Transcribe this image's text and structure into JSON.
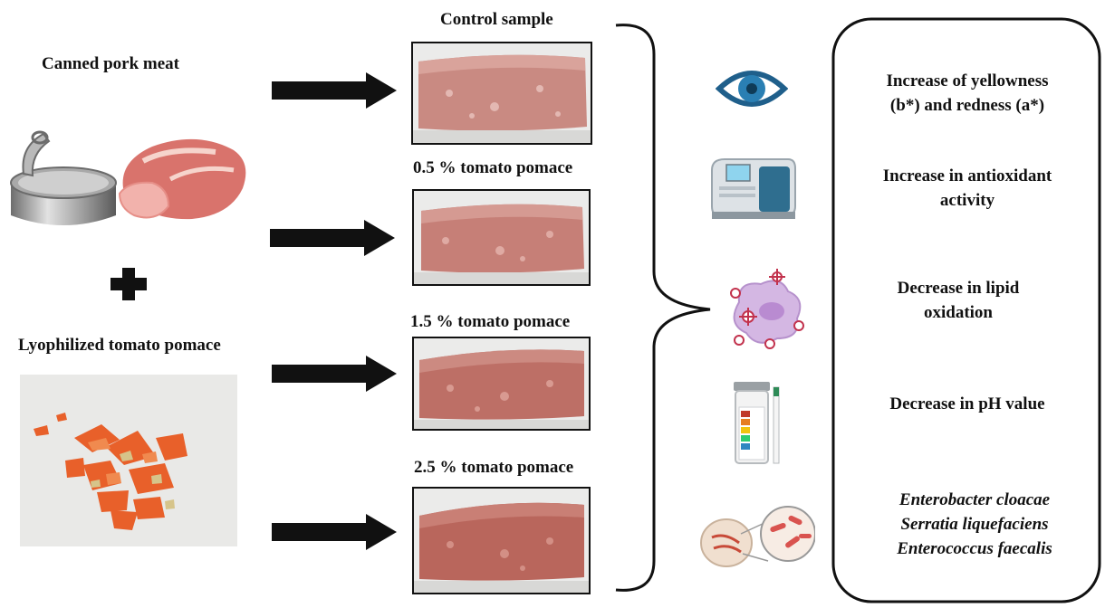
{
  "left": {
    "meat_label": "Canned pork meat",
    "pomace_label": "Lyophilized  tomato pomace"
  },
  "samples": [
    {
      "label": "Control sample"
    },
    {
      "label": "0.5 % tomato pomace"
    },
    {
      "label": "1.5 % tomato pomace"
    },
    {
      "label": "2.5 % tomato pomace"
    }
  ],
  "icons": [
    "eye-icon",
    "spectrophotometer-icon",
    "oxidized-cell-icon",
    "ph-test-strip-icon",
    "bacteria-petri-dish-icon"
  ],
  "effects": {
    "e1_l1": "Increase of yellowness",
    "e1_l2": "(b*) and redness (a*)",
    "e2_l1": "Increase in antioxidant",
    "e2_l2": "activity",
    "e3_l1": "Decrease in lipid",
    "e3_l2": "oxidation",
    "e4_l1": "Decrease in pH value",
    "e5_l1": "Enterobacter cloacae",
    "e5_l2": "Serratia liquefaciens",
    "e5_l3": "Enterococcus faecalis"
  },
  "colors": {
    "meat": "#c98a82",
    "meat_dark": "#a86a62",
    "pomace": "#e8602a",
    "eye": "#2a7fb3"
  }
}
